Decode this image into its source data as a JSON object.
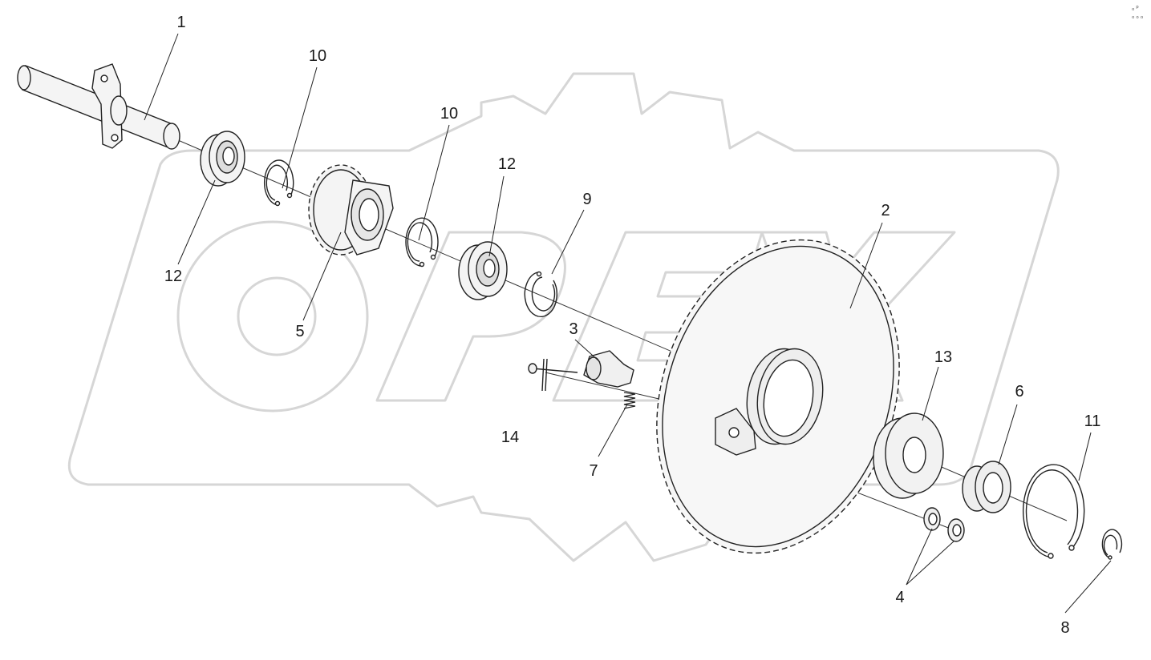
{
  "watermark": {
    "text": "OPEX"
  },
  "corner_mark": "ₒᵖ ₒₒₒ",
  "callouts": [
    {
      "id": "c1",
      "label": "1"
    },
    {
      "id": "c10a",
      "label": "10"
    },
    {
      "id": "c10b",
      "label": "10"
    },
    {
      "id": "c12a",
      "label": "12"
    },
    {
      "id": "c12b",
      "label": "12"
    },
    {
      "id": "c5",
      "label": "5"
    },
    {
      "id": "c9",
      "label": "9"
    },
    {
      "id": "c2",
      "label": "2"
    },
    {
      "id": "c3",
      "label": "3"
    },
    {
      "id": "c14",
      "label": "14"
    },
    {
      "id": "c7",
      "label": "7"
    },
    {
      "id": "c13",
      "label": "13"
    },
    {
      "id": "c6",
      "label": "6"
    },
    {
      "id": "c11",
      "label": "11"
    },
    {
      "id": "c4",
      "label": "4"
    },
    {
      "id": "c8",
      "label": "8"
    }
  ],
  "parts": {
    "shaft": "shaft-icon",
    "bearing": "bearing-icon",
    "retaining_ring": "retaining-ring-icon",
    "small_sprocket": "sprocket-icon",
    "large_sprocket": "sprocket-icon",
    "hub": "hub-icon",
    "pawl": "pawl-icon",
    "spring": "spring-icon",
    "pin": "pin-icon",
    "spacer": "spacer-icon",
    "bushing": "bushing-icon",
    "washer": "washer-icon"
  }
}
